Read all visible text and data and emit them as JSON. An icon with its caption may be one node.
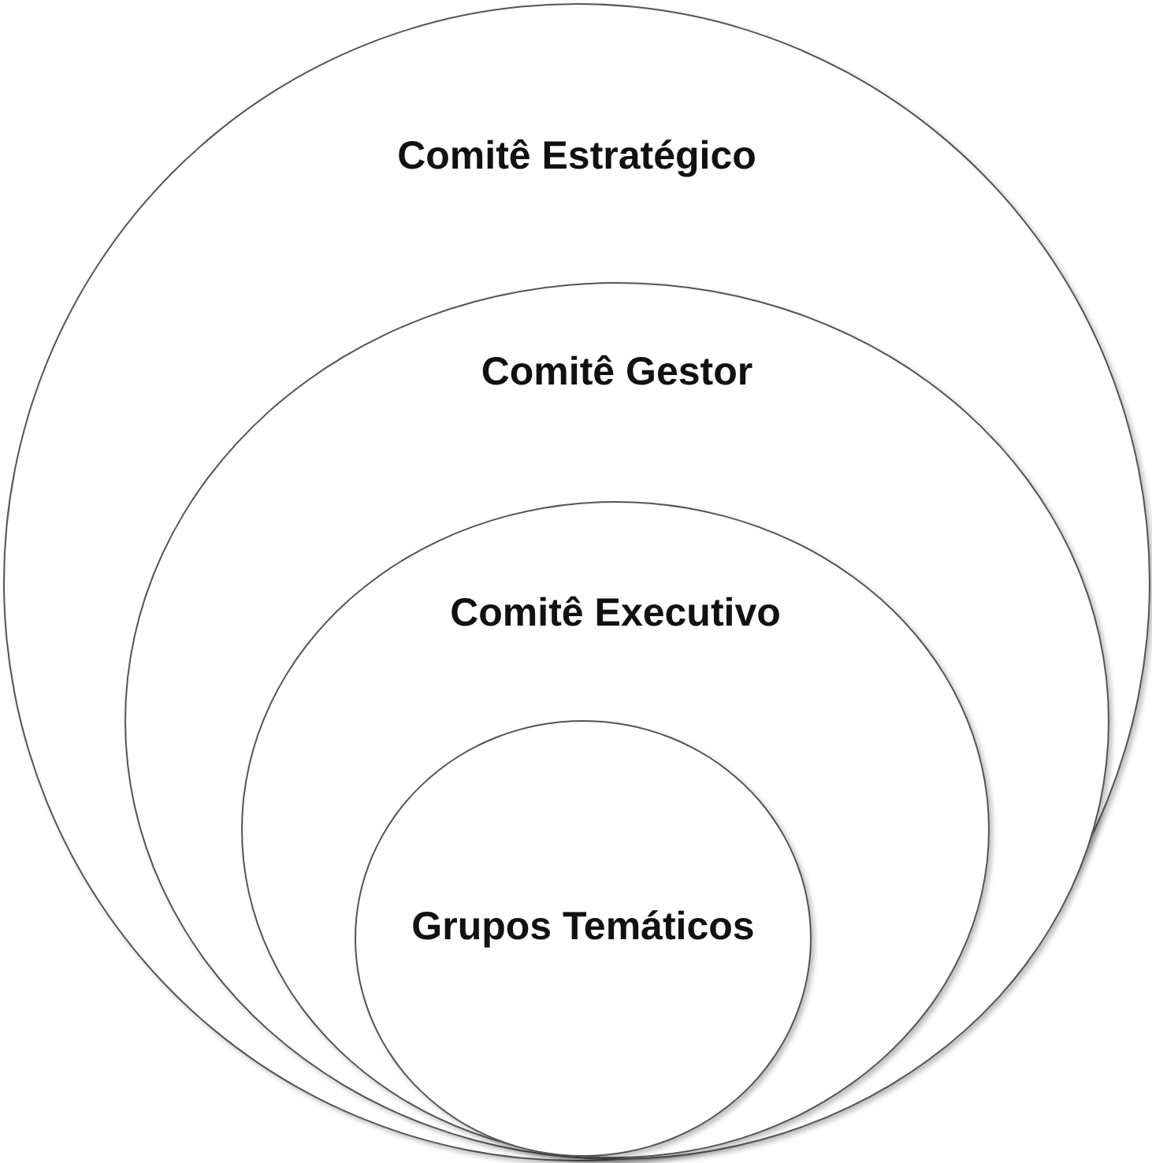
{
  "diagram": {
    "nodes": [
      {
        "text": [
          "Comitê Estratégico"
        ]
      },
      {
        "text": [
          "Comitê Gestor"
        ],
        "in": 0
      },
      {
        "text": [
          "Comitê Executivo"
        ],
        "in": 1
      },
      {
        "text": [
          "Grupos Temáticos"
        ],
        "in": 2
      }
    ]
  }
}
